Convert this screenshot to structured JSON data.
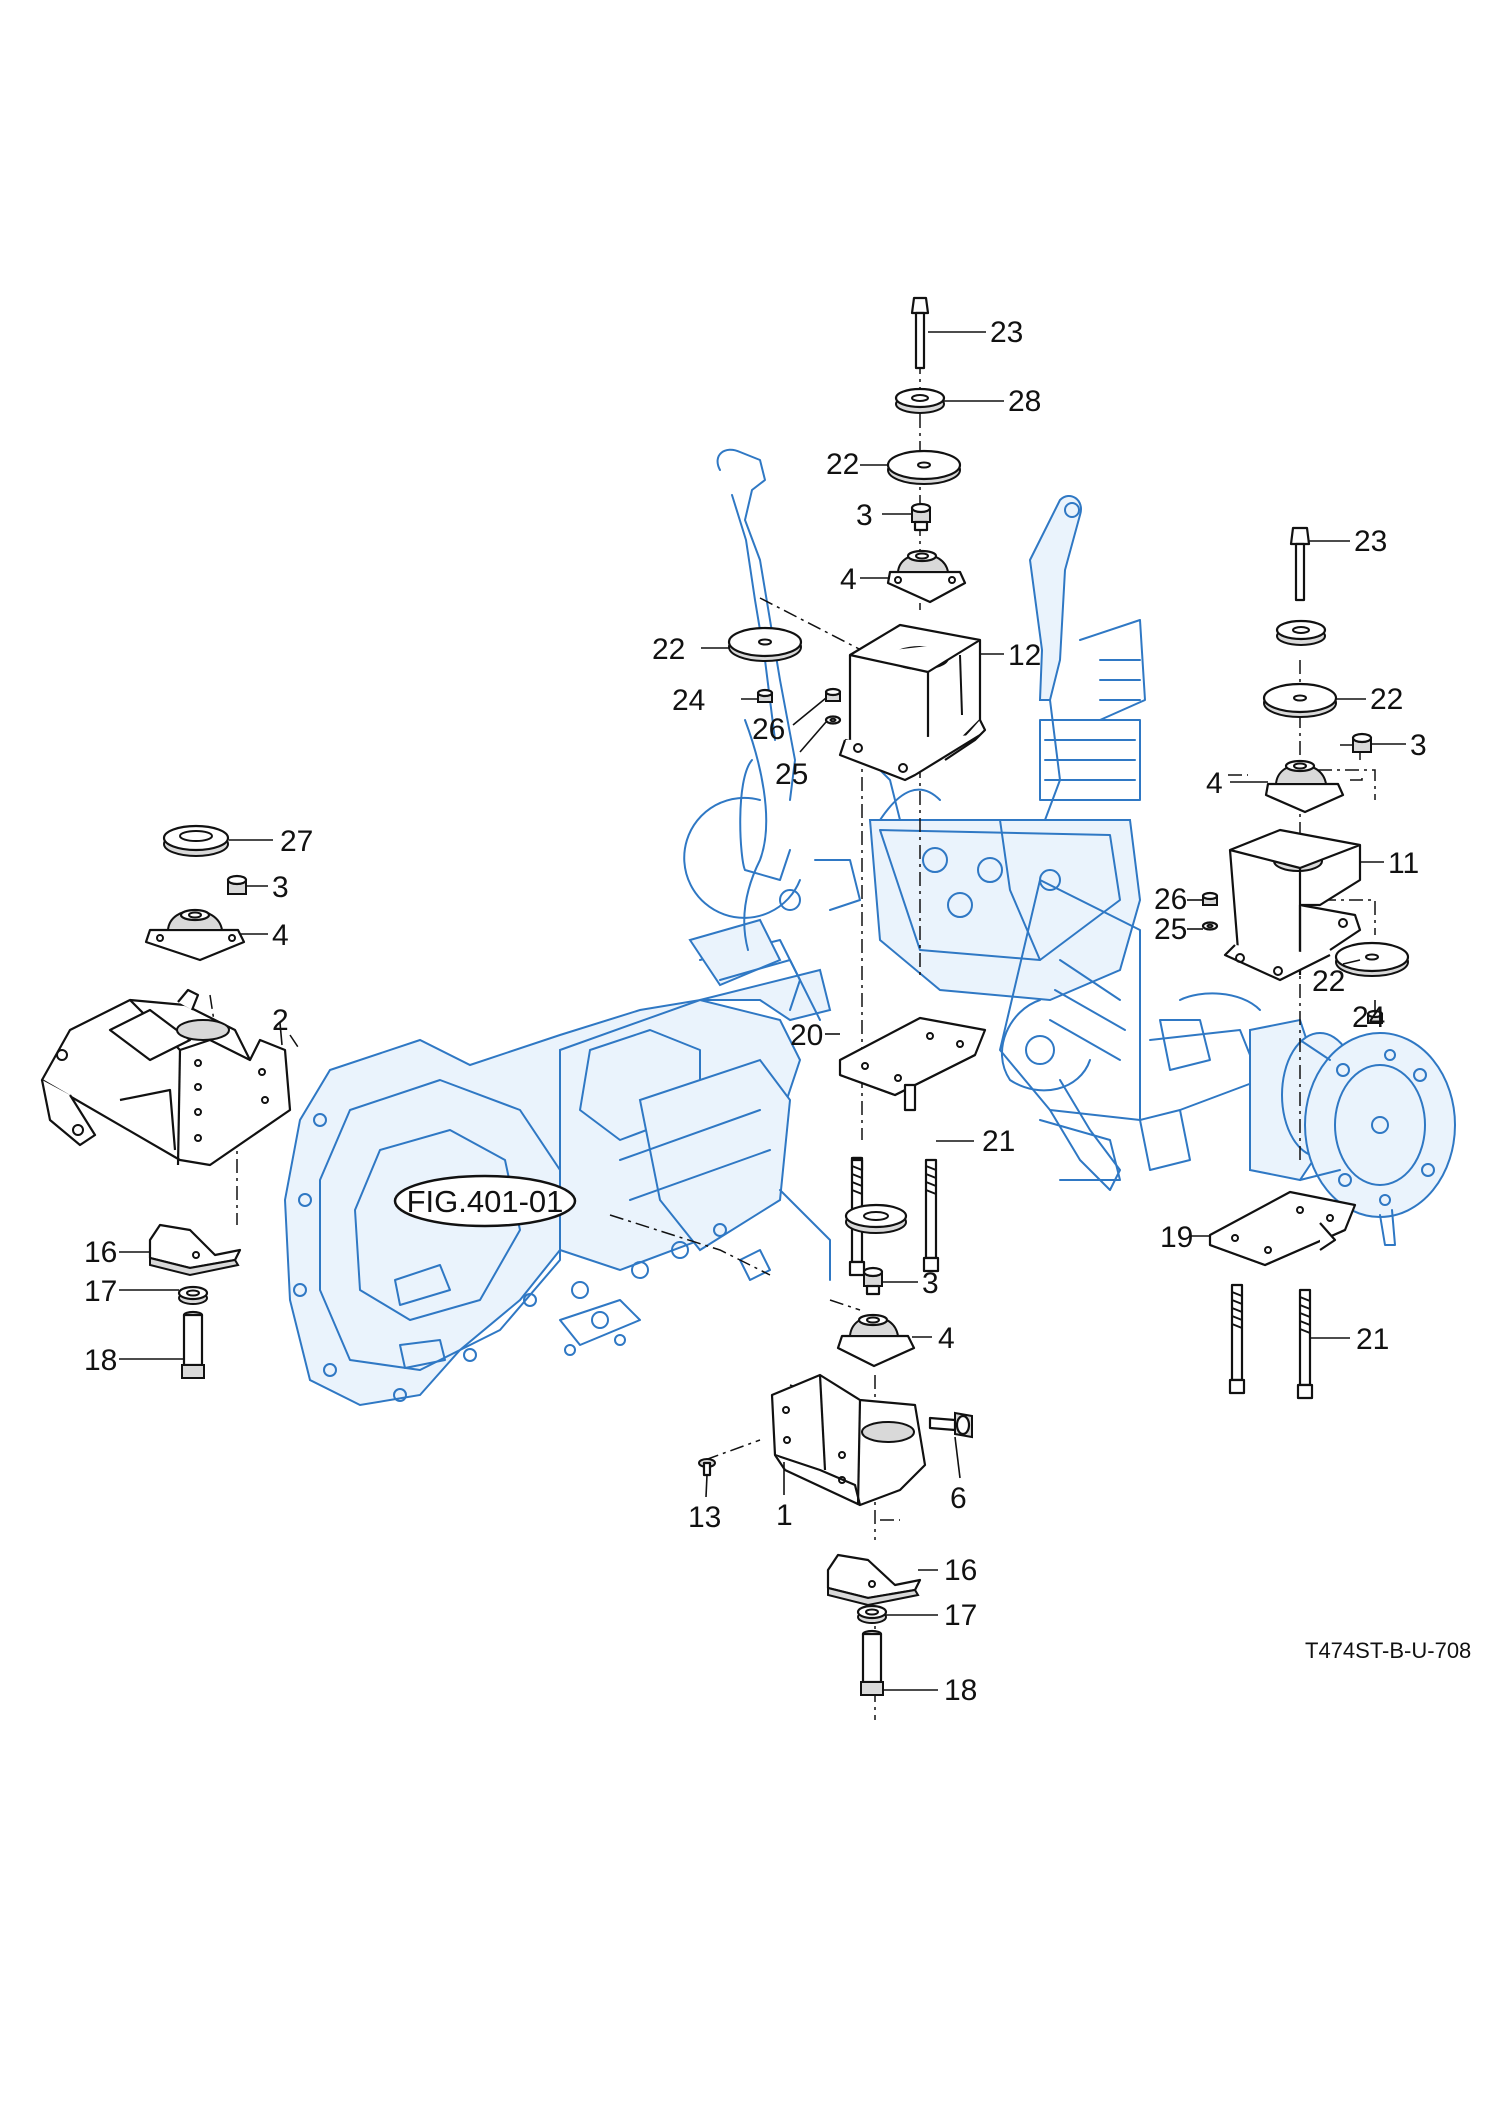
{
  "diagram": {
    "reference_label": "FIG.401-01",
    "drawing_code": "T474ST-B-U-708",
    "callouts": {
      "c23a": "23",
      "c28": "28",
      "c22a": "22",
      "c3a": "3",
      "c4a": "4",
      "c22b": "22",
      "c12": "12",
      "c24a": "24",
      "c26a": "26",
      "c25a": "25",
      "c23b": "23",
      "c22c": "22",
      "c3b": "3",
      "c4b": "4",
      "c11": "11",
      "c26b": "26",
      "c25b": "25",
      "c22d": "22",
      "c24b": "24",
      "c27": "27",
      "c3c": "3",
      "c4c": "4",
      "c2": "2",
      "c16a": "16",
      "c17a": "17",
      "c18a": "18",
      "c20": "20",
      "c21a": "21",
      "c19": "19",
      "c21b": "21",
      "c3d": "3",
      "c4d": "4",
      "c6": "6",
      "c13": "13",
      "c1": "1",
      "c16b": "16",
      "c17b": "17",
      "c18b": "18"
    }
  }
}
